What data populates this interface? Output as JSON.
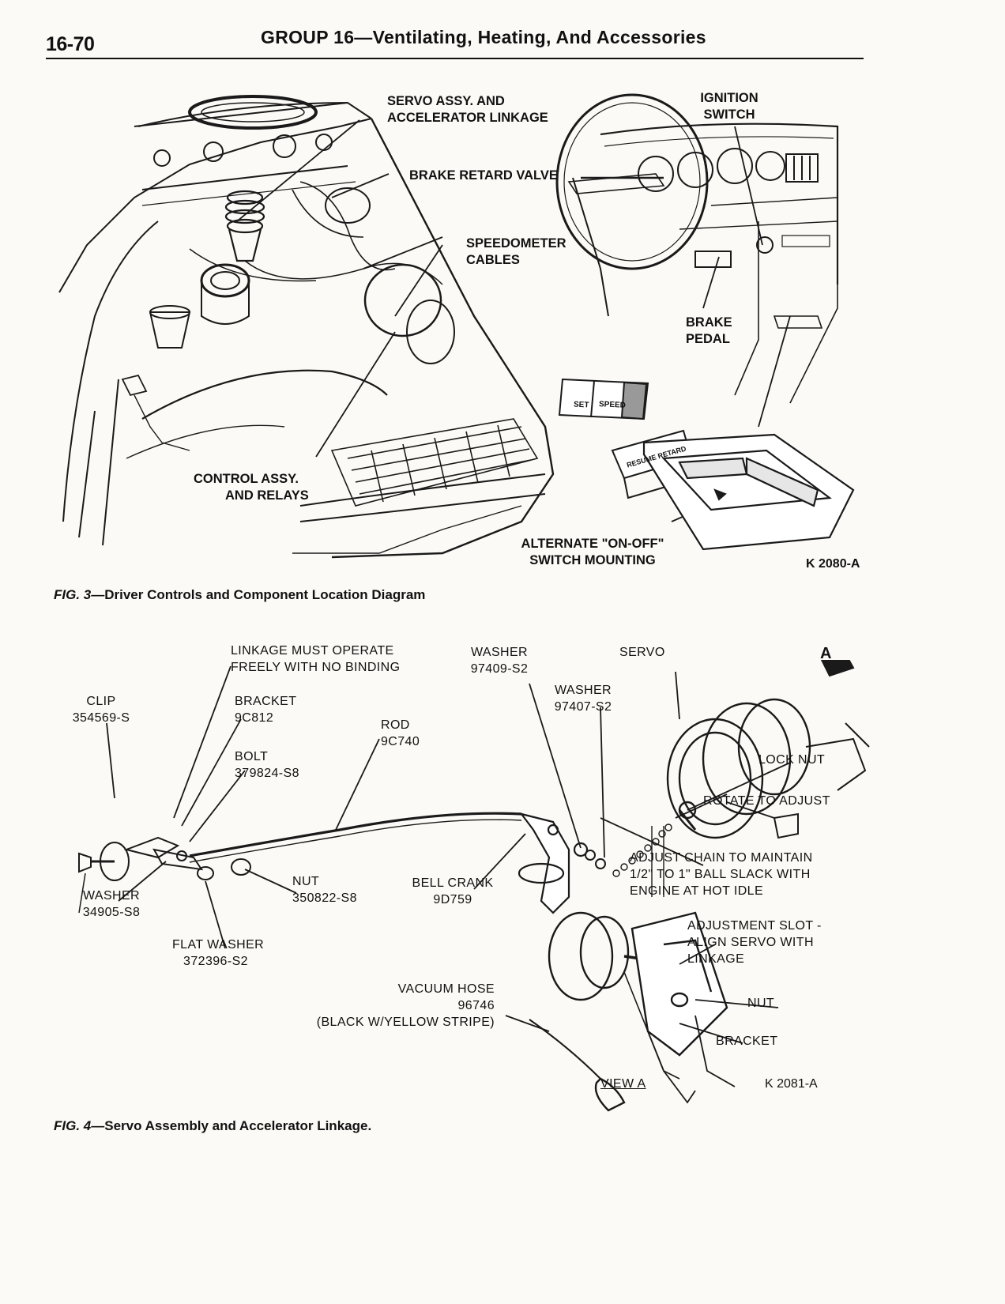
{
  "header": {
    "page_number": "16-70",
    "running_title": "GROUP 16—Ventilating, Heating, And Accessories"
  },
  "figure3": {
    "ref": "K 2080-A",
    "caption_number": "FIG. 3—",
    "caption_text": "Driver Controls and Component Location Diagram",
    "labels": {
      "servo_assy": [
        "SERVO ASSY. AND",
        "ACCELERATOR LINKAGE"
      ],
      "brake_retard_valve": "BRAKE RETARD VALVE",
      "speedometer_cables": [
        "SPEEDOMETER",
        "CABLES"
      ],
      "control_assy": [
        "CONTROL ASSY.",
        "AND RELAYS"
      ],
      "ignition_switch": [
        "IGNITION",
        "SWITCH"
      ],
      "brake_pedal": [
        "BRAKE",
        "PEDAL"
      ],
      "alternate_switch": [
        "ALTERNATE \"ON-OFF\"",
        "SWITCH MOUNTING"
      ],
      "set_button": "SET",
      "speed_button": "SPEED",
      "resume_button": "RESUME RETARD"
    }
  },
  "figure4": {
    "ref": "K 2081-A",
    "caption_number": "FIG. 4—",
    "caption_text": "Servo Assembly and Accelerator Linkage.",
    "view_label": "VIEW A",
    "view_marker": "A",
    "labels": {
      "linkage_note": [
        "LINKAGE MUST OPERATE",
        "FREELY WITH NO BINDING"
      ],
      "clip": [
        "CLIP",
        "354569-S"
      ],
      "bracket_top": [
        "BRACKET",
        "9C812"
      ],
      "bolt": [
        "BOLT",
        "379824-S8"
      ],
      "rod": [
        "ROD",
        "9C740"
      ],
      "washer_1": [
        "WASHER",
        "97409-S2"
      ],
      "washer_2": [
        "WASHER",
        "97407-S2"
      ],
      "servo": "SERVO",
      "lock_nut": "LOCK NUT",
      "rotate": "ROTATE TO ADJUST",
      "adjust_chain": [
        "ADJUST CHAIN TO MAINTAIN",
        "1/2\" TO 1\" BALL SLACK WITH",
        "ENGINE AT HOT IDLE"
      ],
      "washer_3": [
        "WASHER",
        "34905-S8"
      ],
      "nut_1": [
        "NUT",
        "350822-S8"
      ],
      "bell_crank": [
        "BELL CRANK",
        "9D759"
      ],
      "flat_washer": [
        "FLAT WASHER",
        "372396-S2"
      ],
      "adjustment_slot": [
        "ADJUSTMENT SLOT -",
        "ALIGN SERVO WITH",
        "LINKAGE"
      ],
      "vacuum_hose": [
        "VACUUM HOSE",
        "96746",
        "(BLACK W/YELLOW STRIPE)"
      ],
      "nut_2": "NUT",
      "bracket_bottom": "BRACKET"
    }
  }
}
